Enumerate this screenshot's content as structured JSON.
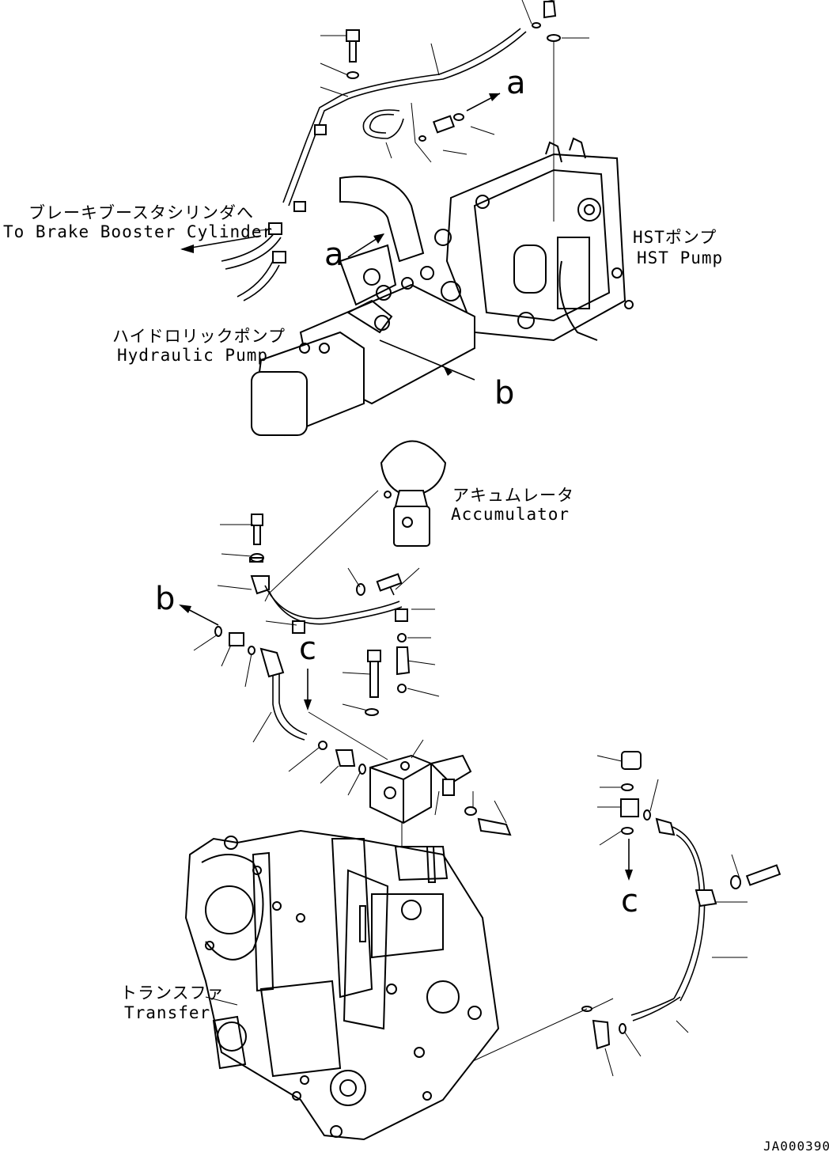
{
  "labels": {
    "brake_booster_jp": "ブレーキブースタシリンダへ",
    "brake_booster_en": "To Brake Booster Cylinder",
    "hst_pump_jp": "HSTポンプ",
    "hst_pump_en": "HST Pump",
    "hydraulic_pump_jp": "ハイドロリックポンプ",
    "hydraulic_pump_en": "Hydraulic Pump",
    "accumulator_jp": "アキュムレータ",
    "accumulator_en": "Accumulator",
    "transfer_jp": "トランスファ",
    "transfer_en": "Transfer"
  },
  "callouts": {
    "a_upper": "a",
    "a_lower": "a",
    "b_upper": "b",
    "b_lower": "b",
    "c_middle": "c",
    "c_right": "c"
  },
  "drawing_code": "JA000390"
}
